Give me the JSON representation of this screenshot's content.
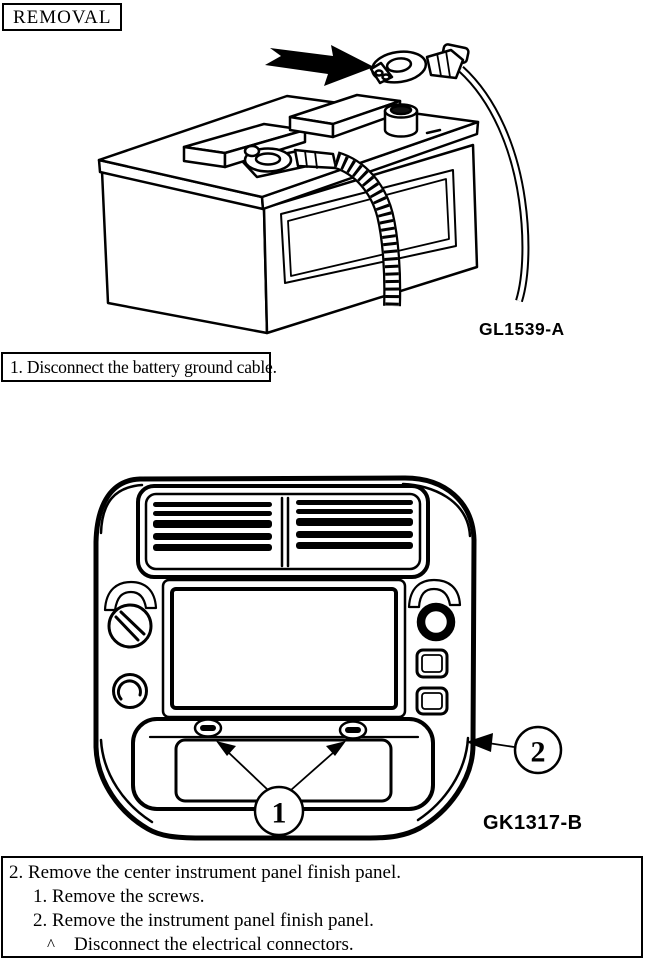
{
  "colors": {
    "ink": "#000000",
    "paper": "#ffffff"
  },
  "header": {
    "title": "REMOVAL"
  },
  "step1": {
    "figure_label": "GL1539-A",
    "caption": "1. Disconnect the battery ground cable."
  },
  "step2": {
    "figure_label": "GK1317-B",
    "callouts": {
      "screws": "1",
      "panel": "2"
    },
    "lines": {
      "main": "2. Remove the center instrument panel finish panel.",
      "sub1": "1. Remove the screws.",
      "sub2": "2. Remove the instrument panel finish panel.",
      "note_marker": "^",
      "note": "Disconnect the electrical connectors."
    }
  }
}
